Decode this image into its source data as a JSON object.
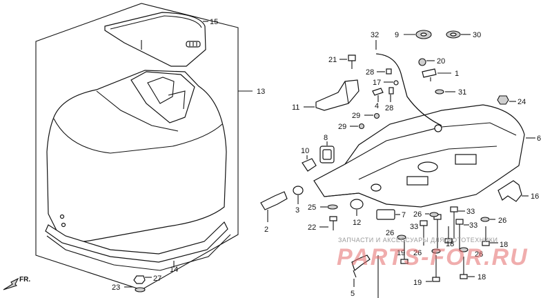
{
  "diagram": {
    "callouts": [
      "1",
      "2",
      "3",
      "4",
      "5",
      "6",
      "7",
      "8",
      "9",
      "10",
      "11",
      "12",
      "13",
      "14",
      "15",
      "16",
      "17",
      "18",
      "19",
      "20",
      "21",
      "22",
      "23",
      "24",
      "25",
      "26",
      "27",
      "28",
      "29",
      "30",
      "31",
      "32",
      "33"
    ],
    "front_marker": "FR.",
    "watermark_caption": "ЗАПЧАСТИ И АКСЕССУАРЫ ДЛЯ МОТОТЕХНИКИ",
    "watermark_brand": "PARTS-FOR.RU"
  }
}
